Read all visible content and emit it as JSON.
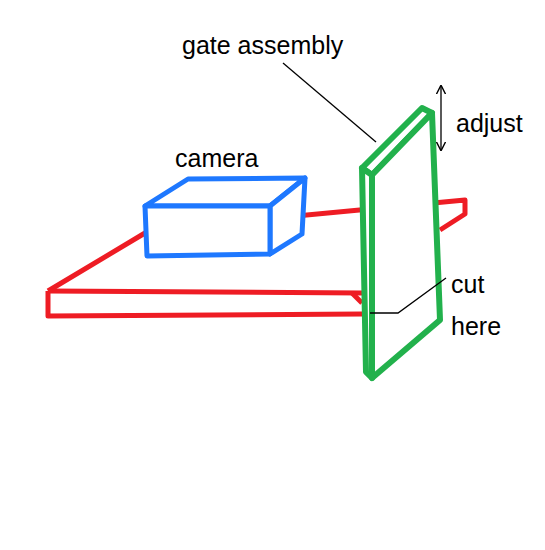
{
  "diagram": {
    "labels": [
      "gate assembly",
      "camera",
      "adjust",
      "cut here"
    ]
  }
}
